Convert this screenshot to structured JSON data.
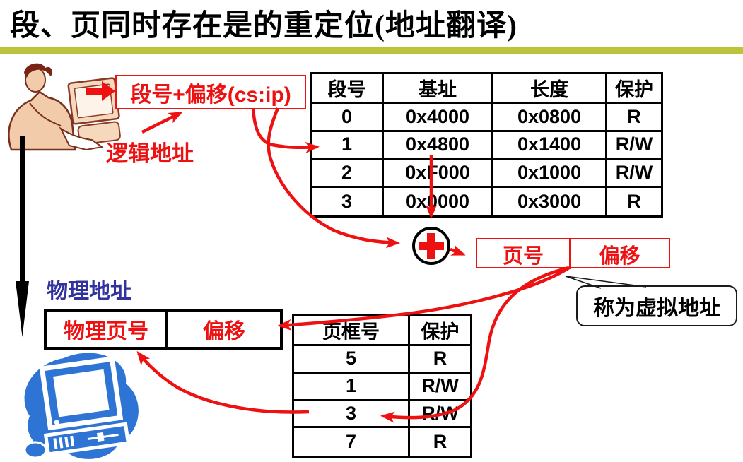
{
  "title": "段、页同时存在是的重定位(地址翻译)",
  "colors": {
    "accent_red": "#ee1111",
    "physical_label_blue": "#3333a0",
    "title_rule_olive": "#bcc43e",
    "clipart_blue": "#2e74d4"
  },
  "labels": {
    "logical_address_box": "段号+偏移(cs:ip)",
    "logical_address": "逻辑地址",
    "physical_address": "物理地址",
    "adder_symbol": "+",
    "virtual_address_callout": "称为虚拟地址"
  },
  "virtual_address_box": {
    "page_no": "页号",
    "offset": "偏移"
  },
  "physical_address_box": {
    "frame_no": "物理页号",
    "offset": "偏移"
  },
  "segment_table": {
    "headers": [
      "段号",
      "基址",
      "长度",
      "保护"
    ],
    "rows": [
      [
        "0",
        "0x4000",
        "0x0800",
        "R"
      ],
      [
        "1",
        "0x4800",
        "0x1400",
        "R/W"
      ],
      [
        "2",
        "0xF000",
        "0x1000",
        "R/W"
      ],
      [
        "3",
        "0x0000",
        "0x3000",
        "R"
      ]
    ]
  },
  "page_table": {
    "headers": [
      "页框号",
      "保护"
    ],
    "rows": [
      [
        "5",
        "R"
      ],
      [
        "1",
        "R/W"
      ],
      [
        "3",
        "R/W"
      ],
      [
        "7",
        "R"
      ]
    ]
  }
}
